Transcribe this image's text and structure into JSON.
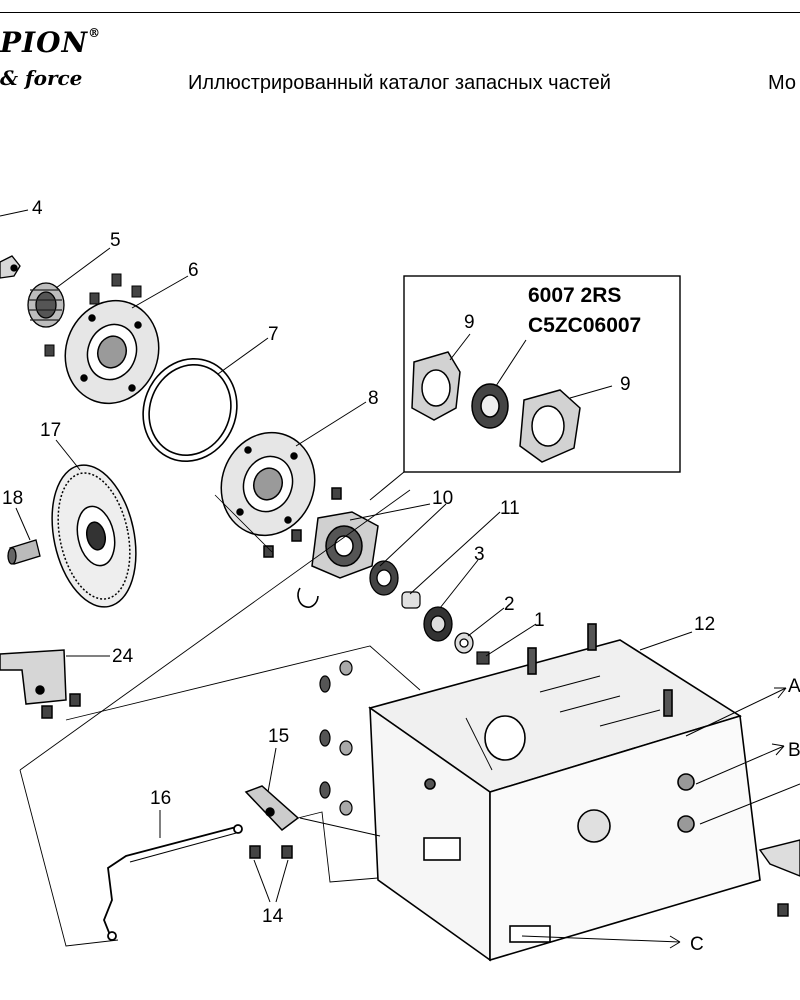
{
  "header": {
    "logo_top": "PION",
    "logo_reg": "®",
    "logo_sub": "& force",
    "title": "Иллюстрированный каталог запасных частей",
    "model_fragment": "Мо"
  },
  "callouts": {
    "c1": "1",
    "c2": "2",
    "c3": "3",
    "c4": "4",
    "c5": "5",
    "c6": "6",
    "c7": "7",
    "c8": "8",
    "c9a": "9",
    "c9b": "9",
    "c10": "10",
    "c11": "11",
    "c12": "12",
    "c14": "14",
    "c15": "15",
    "c16": "16",
    "c17": "17",
    "c18": "18",
    "c24": "24",
    "arrow_b": "B",
    "arrow_c": "C",
    "arrow_a": "A"
  },
  "inset": {
    "bearing_line1": "6007 2RS",
    "bearing_line2": "C5ZC06007"
  }
}
